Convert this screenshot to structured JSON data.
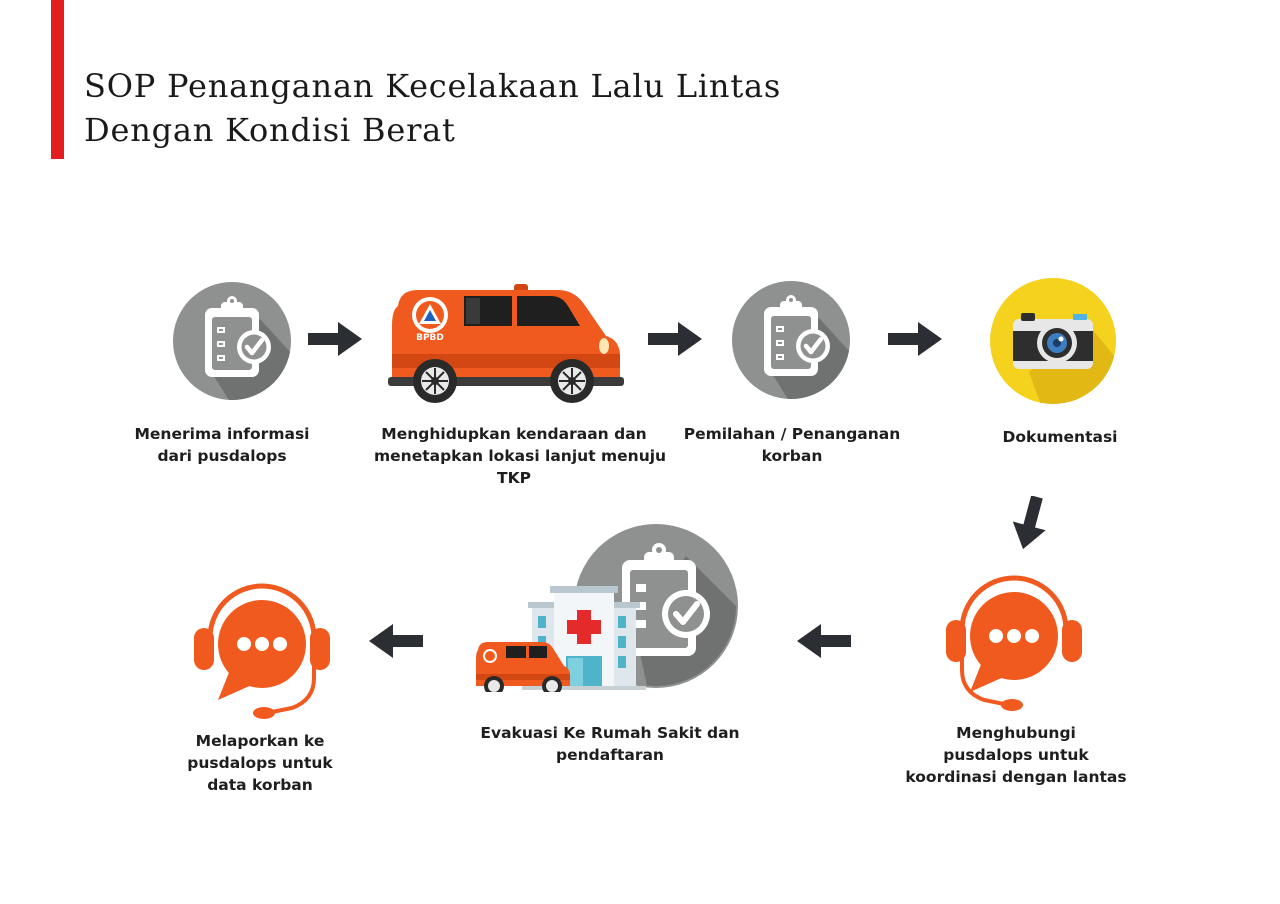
{
  "colors": {
    "accent": "#e41e1e",
    "icon_gray": "#8e918f",
    "icon_shadow": "#6f7270",
    "orange": "#f05a1e",
    "orange_dark": "#d24712",
    "yellow": "#f5d21e",
    "arrow": "#2b2f33"
  },
  "title": {
    "line1": "SOP Penanganan Kecelakaan Lalu Lintas",
    "line2": "Dengan Kondisi Berat"
  },
  "ambulance_badge": "BPBD",
  "steps": [
    {
      "icon": "clipboard-check-icon",
      "lines": [
        "Menerima informasi",
        "dari pusdalops"
      ]
    },
    {
      "icon": "ambulance-icon",
      "lines": [
        "Menghidupkan kendaraan dan",
        "menetapkan lokasi lanjut menuju",
        "TKP"
      ]
    },
    {
      "icon": "clipboard-check-icon",
      "lines": [
        "Pemilahan / Penanganan",
        "korban"
      ]
    },
    {
      "icon": "camera-icon",
      "lines": [
        "Dokumentasi"
      ]
    },
    {
      "icon": "headset-chat-icon",
      "lines": [
        "Menghubungi",
        "pusdalops untuk",
        "koordinasi dengan lantas"
      ]
    },
    {
      "icon": "hospital-ambulance-icon",
      "lines": [
        "Evakuasi Ke Rumah Sakit dan",
        "pendaftaran"
      ]
    },
    {
      "icon": "headset-chat-icon",
      "lines": [
        "Melaporkan ke",
        "pusdalops untuk",
        "data korban"
      ]
    }
  ]
}
